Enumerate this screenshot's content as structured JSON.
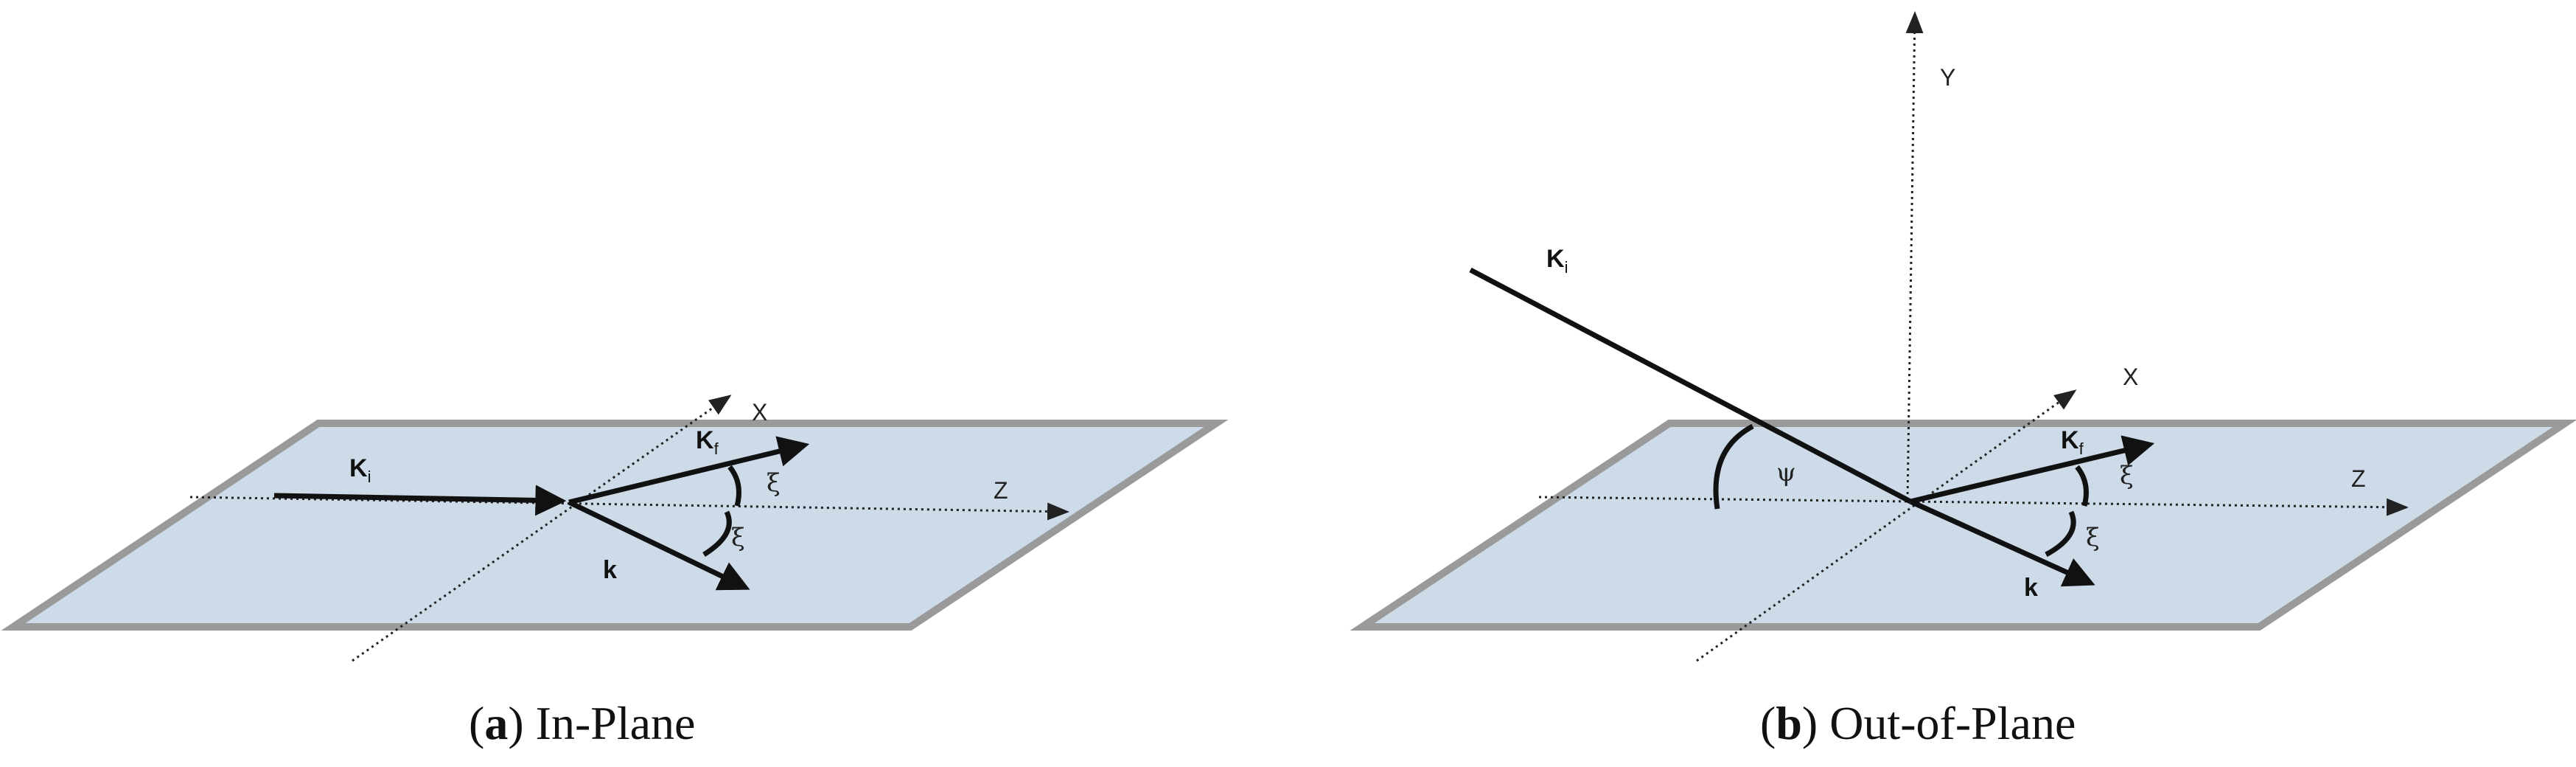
{
  "panel_a": {
    "caption_letter": "a",
    "caption_text": "In-Plane",
    "vectors": {
      "k_incident": {
        "main": "K",
        "sub": "i"
      },
      "k_final": {
        "main": "K",
        "sub": "f"
      },
      "k": {
        "main": "k"
      }
    },
    "axes": {
      "x": "X",
      "z": "Z"
    },
    "angles": {
      "xi_upper": "ξ",
      "xi_lower": "ξ"
    }
  },
  "panel_b": {
    "caption_letter": "b",
    "caption_text": "Out-of-Plane",
    "vectors": {
      "k_incident": {
        "main": "K",
        "sub": "i"
      },
      "k_final": {
        "main": "K",
        "sub": "f"
      },
      "k": {
        "main": "k"
      }
    },
    "axes": {
      "x": "X",
      "y": "Y",
      "z": "Z"
    },
    "angles": {
      "psi": "ψ",
      "xi_upper": "ξ",
      "xi_lower": "ξ"
    }
  },
  "colors": {
    "plane_fill": "#cddbe8",
    "plane_border": "#9a9a9a",
    "vector": "#111111"
  }
}
